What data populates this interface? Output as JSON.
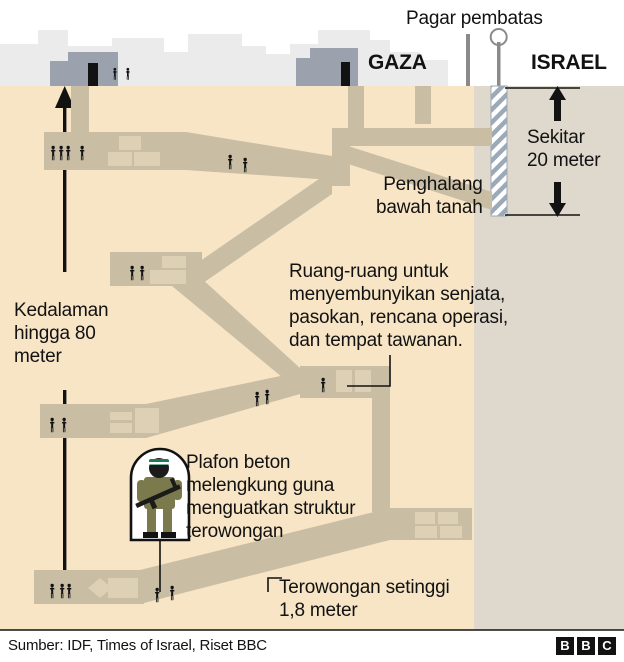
{
  "graphic": {
    "title_labels": {
      "fence": "Pagar pembatas",
      "gaza": "GAZA",
      "israel": "ISRAEL"
    },
    "annotations": {
      "barrier_depth": "Sekitar\n20 meter",
      "underground_barrier": "Penghalang\nbawah tanah",
      "rooms": "Ruang-ruang untuk\nmenyembunyikan senjata,\npasokan, rencana operasi,\ndan tempat tawanan.",
      "depth": "Kedalaman\nhingga 80\nmeter",
      "concrete_ceiling": "Plafon beton\nmelengkung guna\nmenguatkan struktur\nterowongan",
      "tunnel_height": "Terowongan setinggi\n1,8 meter"
    },
    "footer": {
      "source": "Sumber: IDF, Times of Israel, Riset BBC",
      "logo_letters": [
        "B",
        "B",
        "C"
      ]
    },
    "colors": {
      "sky": "#ffffff",
      "ground_gaza": "#f7e5c6",
      "ground_israel": "#ded8cd",
      "tunnel": "#c9bda4",
      "building_light": "#ebebeb",
      "building_dark": "#9ba2ad",
      "barrier_hatch": "#9ba9b8",
      "ink": "#121212",
      "uniform": "#7b7a4c",
      "headband": "#1f7a5a"
    },
    "icons": {
      "fence_post": "fence-post-icon",
      "sensor": "sensor-circle-icon",
      "fighter": "armed-fighter-icon",
      "person": "person-figure-icon",
      "crate": "supply-crate-icon",
      "arrow_up": "arrow-up-icon",
      "arrow_down": "arrow-down-icon"
    },
    "measurements": {
      "barrier_depth_m": 20,
      "max_depth_m": 80,
      "tunnel_height_m": 1.8
    }
  }
}
